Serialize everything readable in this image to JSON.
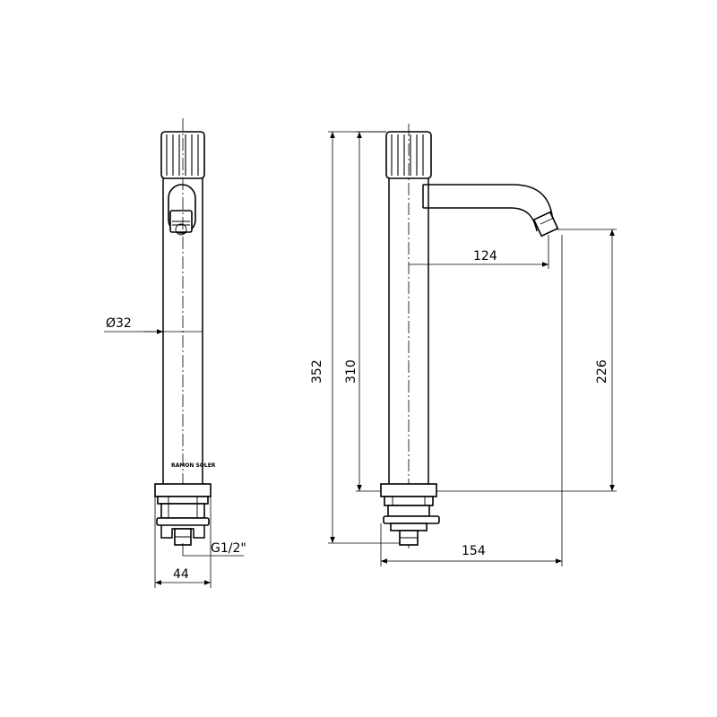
{
  "dimensions": {
    "diameter": "Ø32",
    "base_width": "44",
    "thread": "G1/2\"",
    "total_height": "352",
    "spout_height": "310",
    "outlet_height": "226",
    "spout_reach": "124",
    "total_depth": "154"
  },
  "brand_mark": "RAMON SOLER"
}
